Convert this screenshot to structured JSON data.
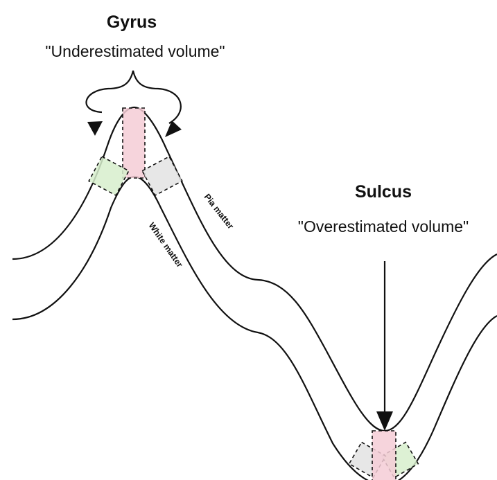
{
  "gyrus": {
    "title": "Gyrus",
    "subtitle": "\"Underestimated volume\""
  },
  "sulcus": {
    "title": "Sulcus",
    "subtitle": "\"Overestimated volume\""
  },
  "layers": {
    "pia": "Pia matter",
    "white": "White matter"
  },
  "colors": {
    "pink": "#f4cdd6",
    "green": "#d7efcd",
    "gray": "#e3e3e3",
    "line": "#111111"
  }
}
